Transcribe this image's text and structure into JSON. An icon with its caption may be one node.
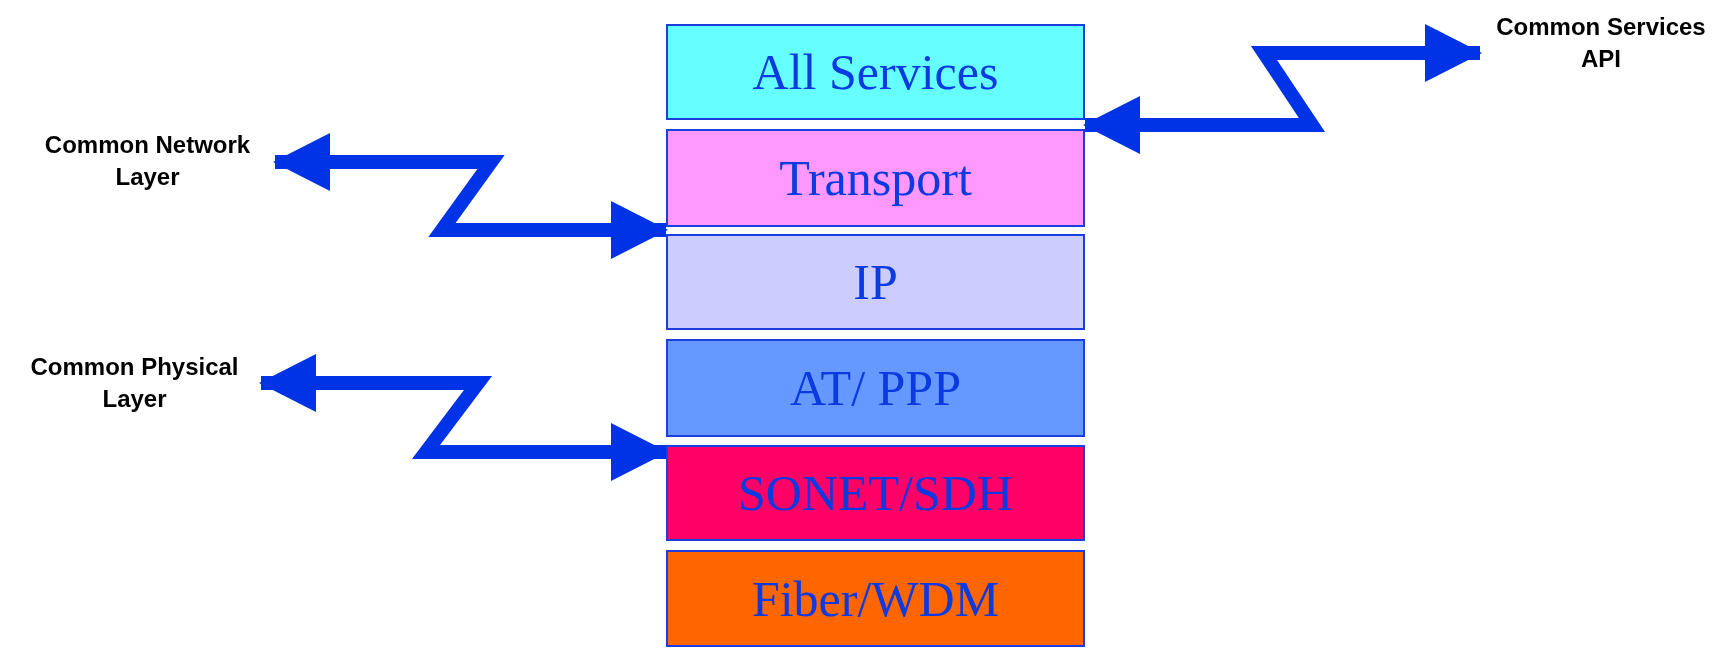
{
  "diagram": {
    "nodes": [
      {
        "text": [
          "All Services"
        ]
      },
      {
        "text": [
          "Transport"
        ]
      },
      {
        "text": [
          "IP"
        ]
      },
      {
        "text": [
          "AT/ PPP"
        ]
      },
      {
        "text": [
          "SONET/SDH"
        ]
      },
      {
        "text": [
          "Fiber/WDM"
        ]
      },
      {
        "text": [
          "Common Services API"
        ]
      },
      {
        "text": [
          "Common Network Layer"
        ]
      },
      {
        "text": [
          "Common Physical Layer"
        ]
      }
    ],
    "edges": [
      {
        "from": 6,
        "to": 0,
        "arrow": "both"
      },
      {
        "from": 7,
        "to": 2,
        "arrow": "both"
      },
      {
        "from": 8,
        "to": 4,
        "arrow": "both"
      }
    ]
  }
}
